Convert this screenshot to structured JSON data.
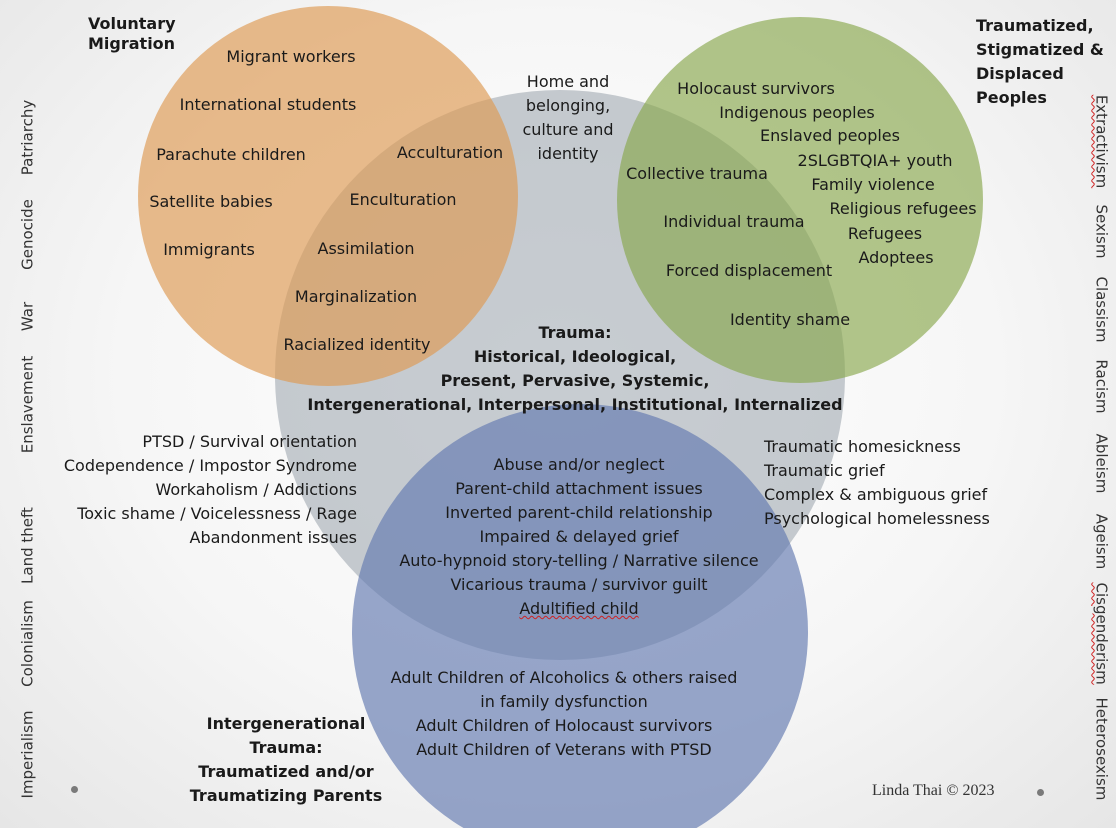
{
  "colors": {
    "voluntary_circle": "#e0a15e",
    "trauma_circle": "#9aa3ab",
    "displaced_circle": "#8fab56",
    "intergenerational_circle": "#6f86b8"
  },
  "voluntary": {
    "title": [
      "Voluntary",
      "Migration"
    ],
    "items": [
      "Migrant workers",
      "International students",
      "Parachute children",
      "Satellite babies",
      "Immigrants"
    ],
    "overlap": [
      "Acculturation",
      "Enculturation",
      "Assimilation",
      "Marginalization",
      "Racialized identity"
    ]
  },
  "home": [
    "Home and",
    "belonging,",
    "culture and",
    "identity"
  ],
  "displaced": {
    "title": [
      "Traumatized,",
      "Stigmatized &",
      "Displaced",
      "Peoples"
    ],
    "items": [
      "Holocaust survivors",
      "Indigenous peoples",
      "Enslaved peoples",
      "2SLGBTQIA+ youth",
      "Family violence",
      "Religious refugees",
      "Refugees",
      "Adoptees"
    ],
    "overlap": [
      "Collective trauma",
      "Individual trauma",
      "Forced displacement",
      "Identity shame"
    ]
  },
  "trauma": [
    "Trauma:",
    "Historical, Ideological,",
    "Present, Pervasive, Systemic,",
    "Intergenerational, Interpersonal, Institutional, Internalized"
  ],
  "left_effects": [
    "PTSD / Survival orientation",
    "Codependence / Impostor Syndrome",
    "Workaholism / Addictions",
    "Toxic shame / Voicelessness / Rage",
    "Abandonment issues"
  ],
  "right_effects": [
    "Traumatic homesickness",
    "Traumatic grief",
    "Complex & ambiguous grief",
    "Psychological homelessness"
  ],
  "center_effects": [
    "Abuse and/or neglect",
    "Parent-child attachment issues",
    "Inverted parent-child relationship",
    "Impaired & delayed grief",
    "Auto-hypnoid story-telling / Narrative silence",
    "Vicarious trauma / survivor guilt",
    "Adultified child"
  ],
  "adult_children": [
    "Adult Children of Alcoholics & others raised",
    "in family dysfunction",
    "Adult Children of Holocaust survivors",
    "Adult Children of Veterans with PTSD"
  ],
  "intergenerational_title": [
    "Intergenerational",
    "Trauma:",
    "Traumatized and/or",
    "Traumatizing Parents"
  ],
  "left_vertical": [
    "Patriarchy",
    "Genocide",
    "War",
    "Enslavement",
    "Land theft",
    "Colonialism",
    "Imperialism"
  ],
  "right_vertical": [
    "Extractivism",
    "Sexism",
    "Classism",
    "Racism",
    "Ableism",
    "Ageism",
    "Cisgenderism",
    "Heterosexism"
  ],
  "signature": "Linda Thai © 2023"
}
